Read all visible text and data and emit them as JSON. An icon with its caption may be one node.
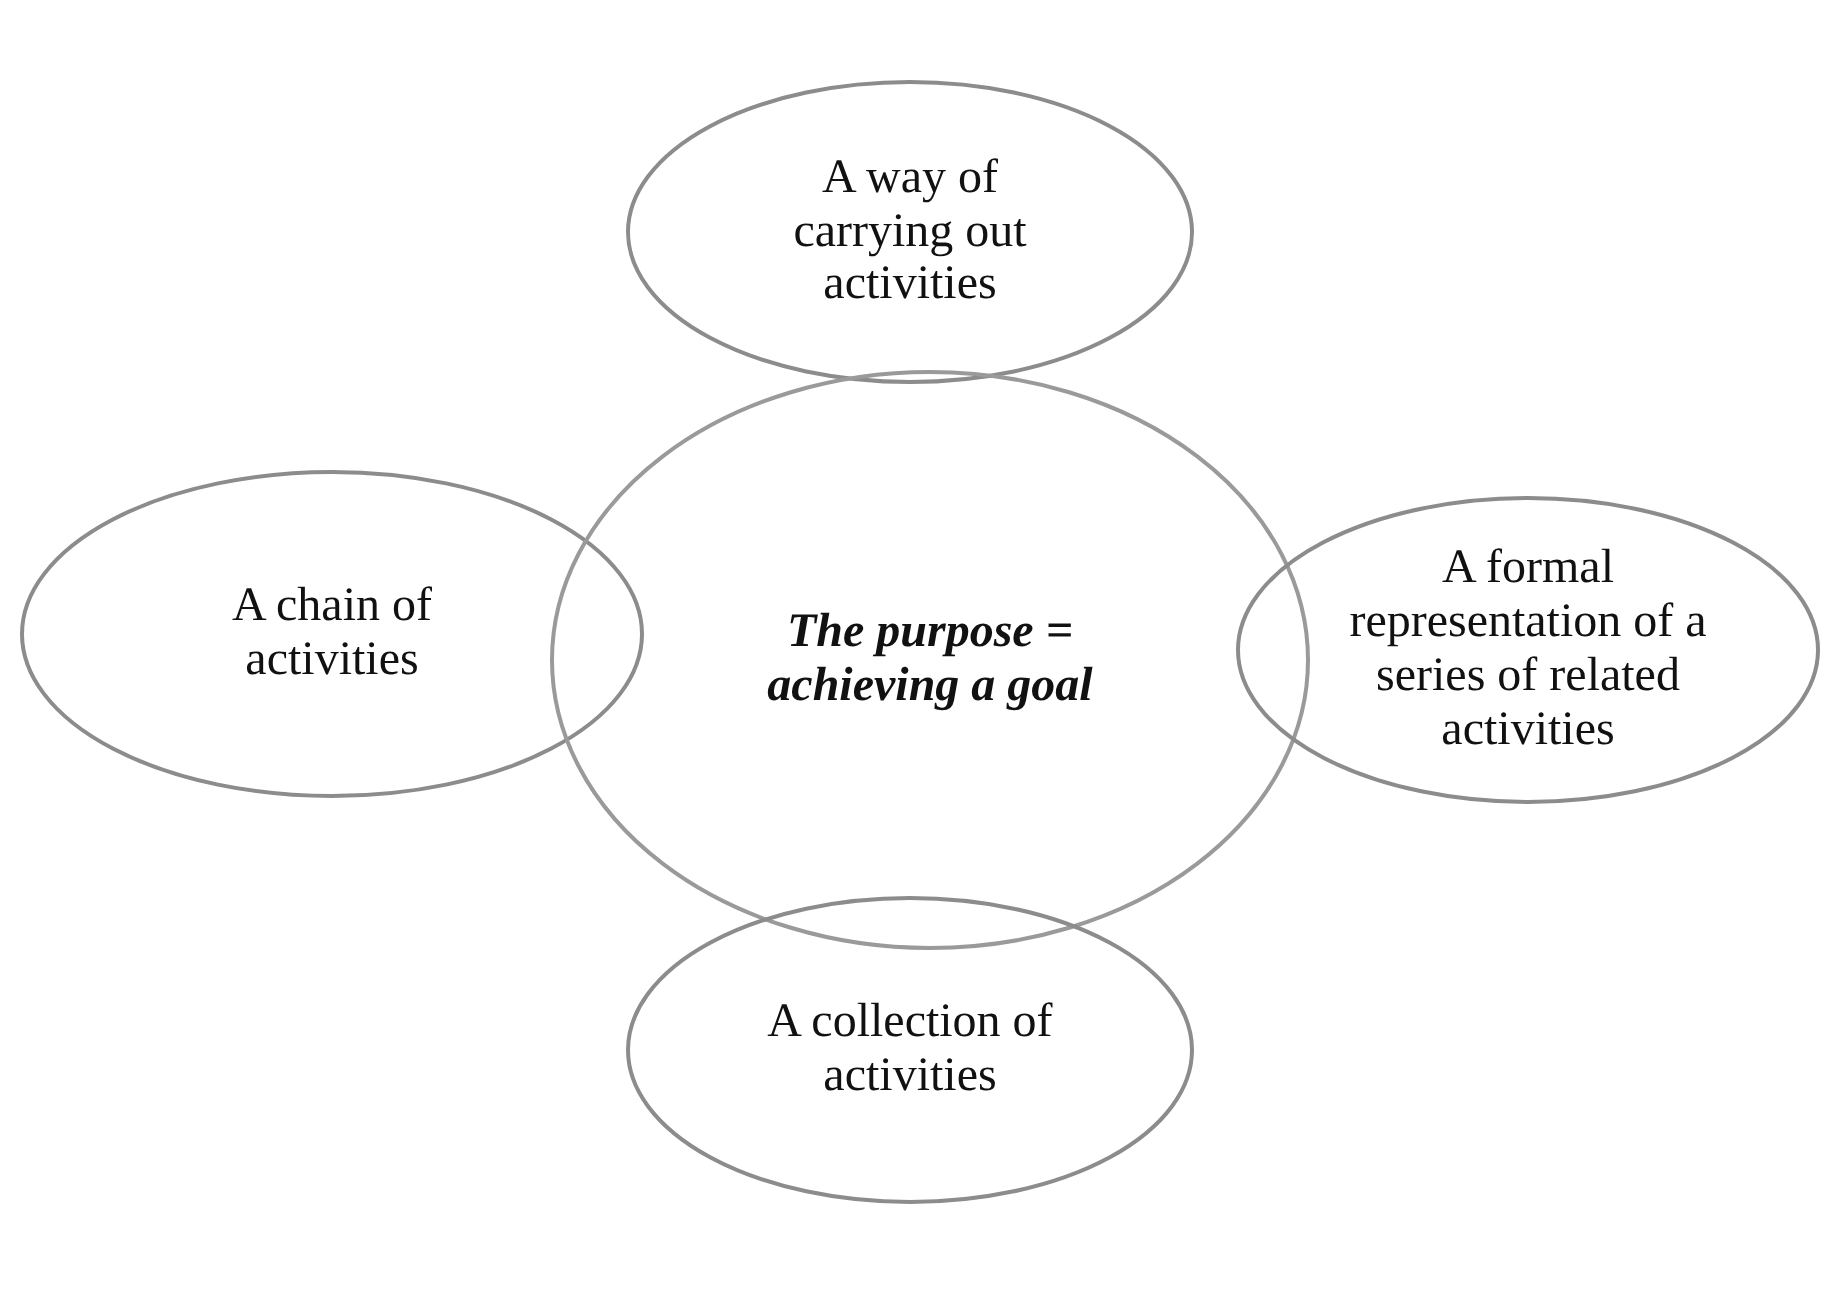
{
  "diagram": {
    "nodes": [
      {
        "text": [
          "A way of carrying out activities"
        ]
      },
      {
        "text": [
          "A chain of activities"
        ]
      },
      {
        "text": [
          "The purpose = achieving a goal"
        ]
      },
      {
        "text": [
          "A formal representation of a series of related activities"
        ]
      },
      {
        "text": [
          "A collection of activities"
        ]
      }
    ]
  }
}
